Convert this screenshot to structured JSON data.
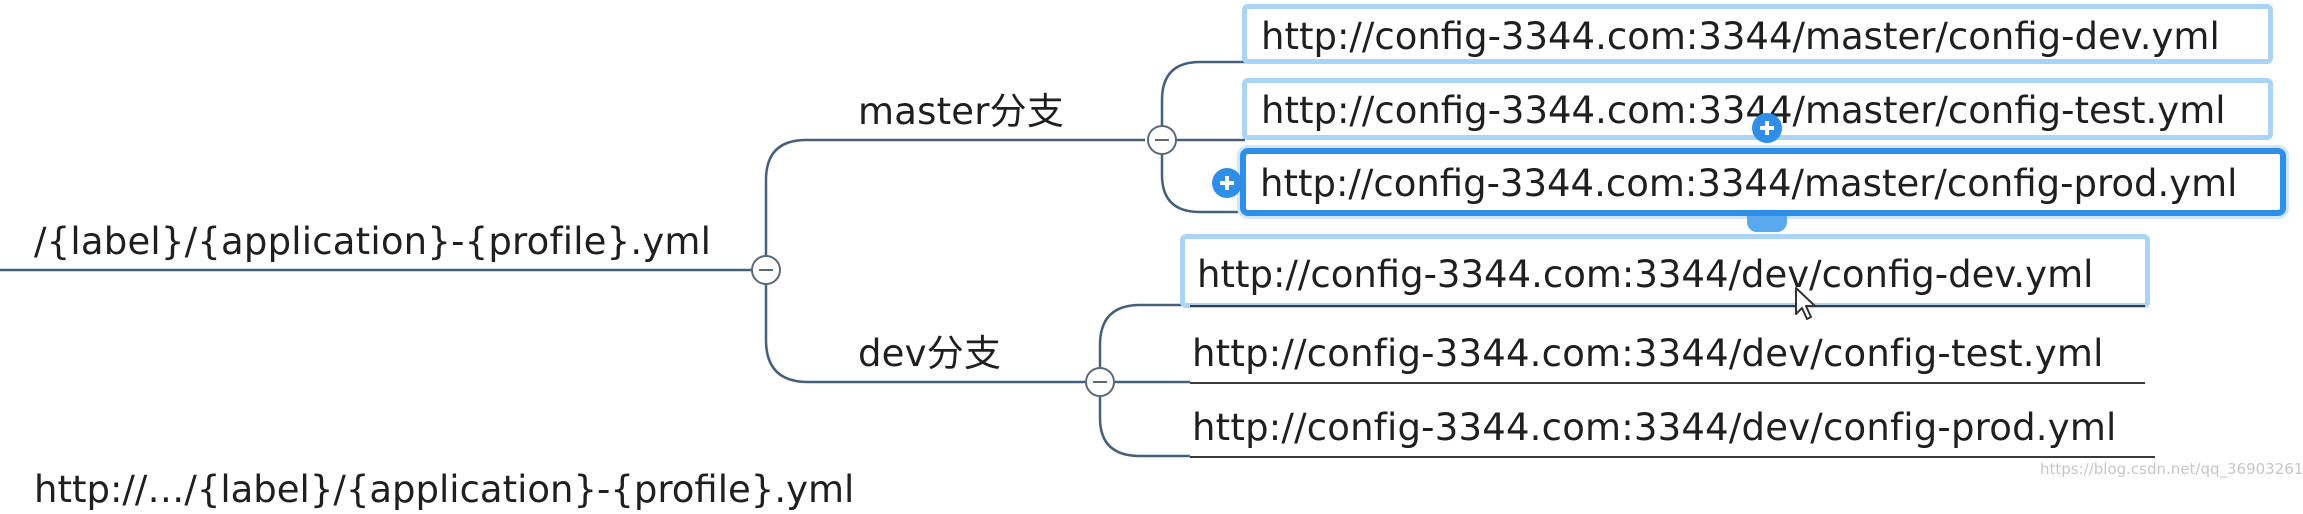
{
  "mindmap": {
    "root": {
      "label": "/{label}/{application}-{profile}.yml"
    },
    "branches": [
      {
        "label": "master分支",
        "children": [
          "http://config-3344.com:3344/master/config-dev.yml",
          "http://config-3344.com:3344/master/config-test.yml",
          "http://config-3344.com:3344/master/config-prod.yml"
        ]
      },
      {
        "label": "dev分支",
        "children": [
          "http://config-3344.com:3344/dev/config-dev.yml",
          "http://config-3344.com:3344/dev/config-test.yml",
          "http://config-3344.com:3344/dev/config-prod.yml"
        ]
      }
    ],
    "cut_off_bottom_text": "http://…/{label}/{application}-{profile}.yml"
  },
  "watermark": "https://blog.csdn.net/qq_36903261",
  "colors": {
    "connector": "#44607a",
    "selection_strong": "#2f8fe8",
    "selection_light": "#a9d4f5",
    "text": "#1f1f1f"
  }
}
